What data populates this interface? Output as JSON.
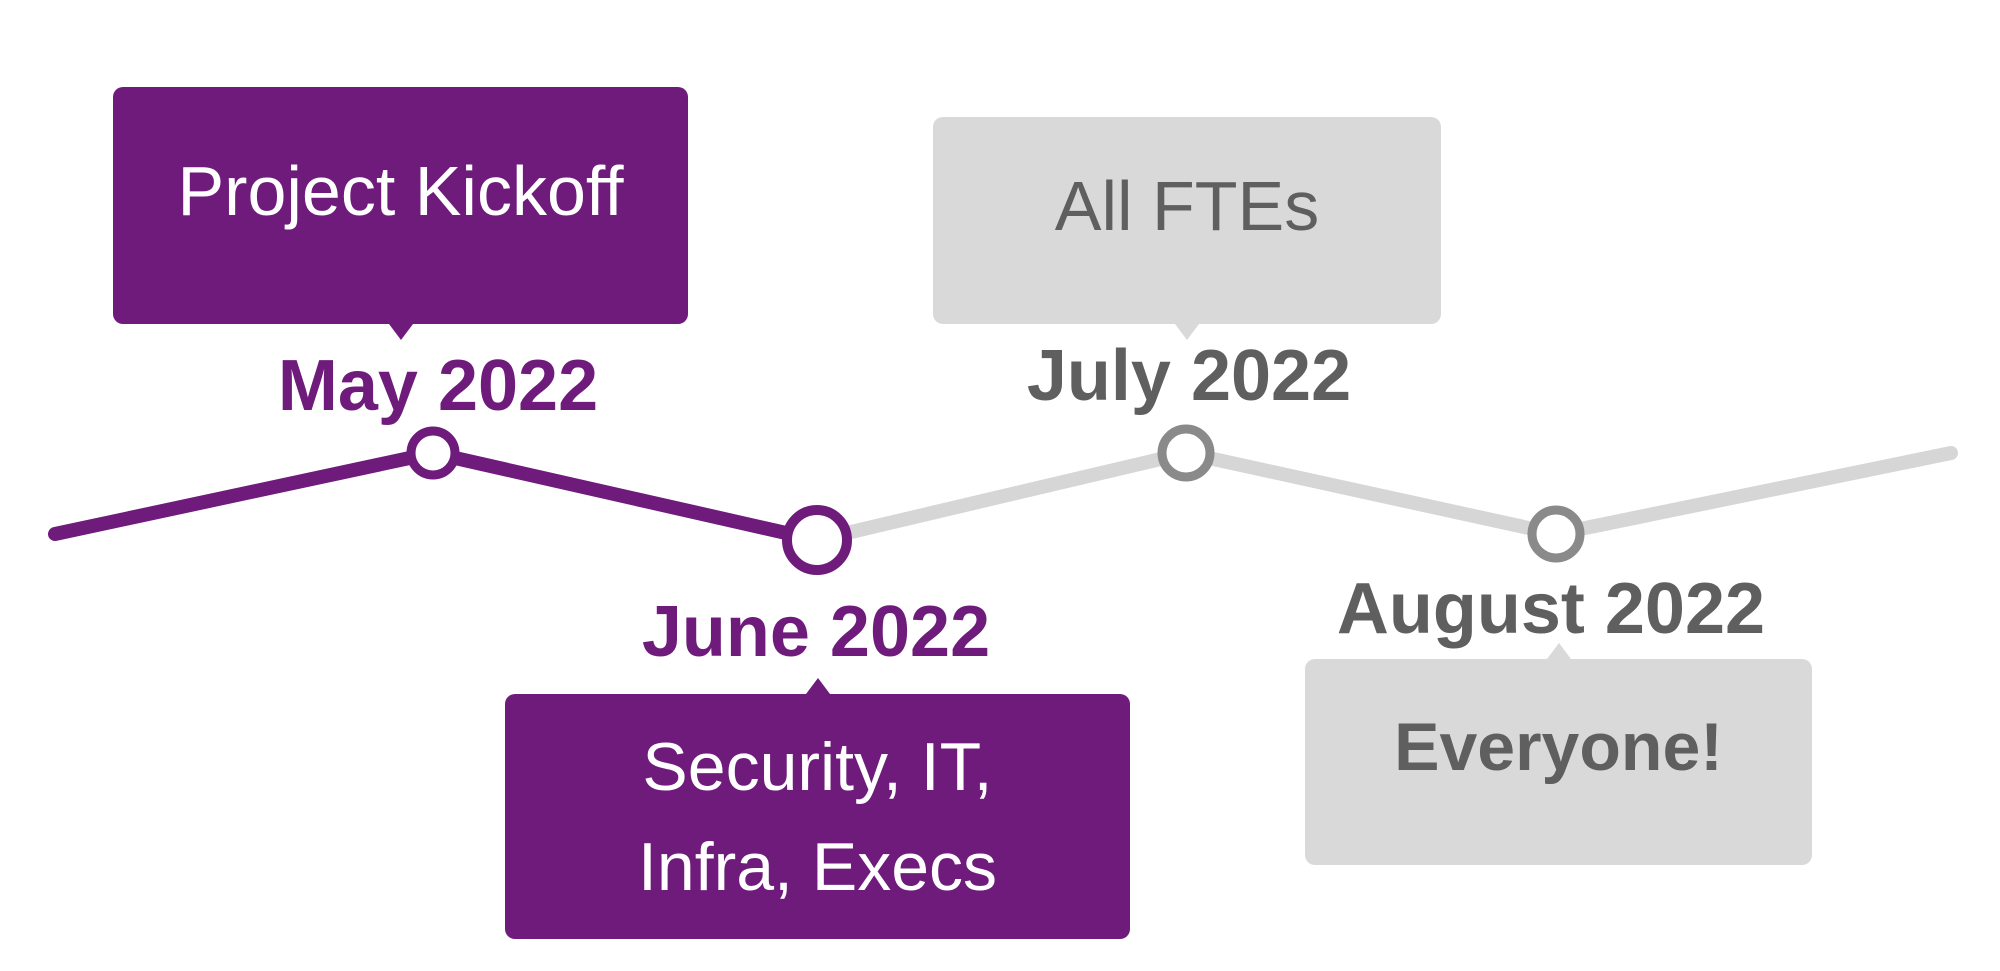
{
  "colors": {
    "accent": "#6e1b7b",
    "muted_fill": "#d9d9d9",
    "muted_line": "#d6d6d6",
    "muted_marker": "#8a8a8a",
    "muted_text": "#5f5f5f"
  },
  "milestones": [
    {
      "date": "May 2022",
      "audience": "Project Kickoff",
      "status": "completed"
    },
    {
      "date": "June 2022",
      "audience": "Security, IT,\nInfra, Execs",
      "status": "current"
    },
    {
      "date": "July 2022",
      "audience": "All FTEs",
      "status": "upcoming"
    },
    {
      "date": "August 2022",
      "audience": "Everyone!",
      "status": "upcoming"
    }
  ]
}
